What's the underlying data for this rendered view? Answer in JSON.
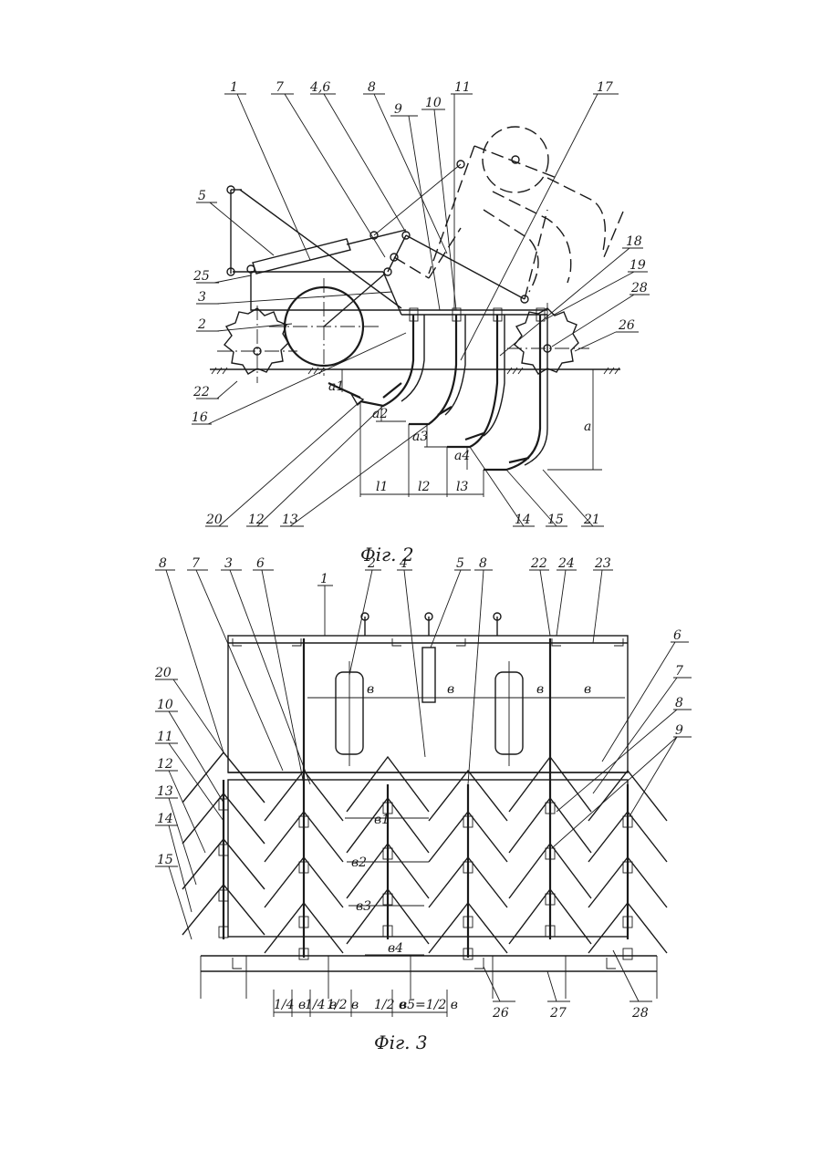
{
  "figures": [
    {
      "caption": "Фiг. 2",
      "callouts": [
        "1",
        "7",
        "4,6",
        "8",
        "9",
        "10",
        "11",
        "17",
        "5",
        "18",
        "19",
        "28",
        "25",
        "3",
        "2",
        "26",
        "22",
        "16",
        "20",
        "12",
        "13",
        "14",
        "15",
        "21"
      ],
      "dimensions": [
        "a",
        "a1",
        "a2",
        "a3",
        "a4",
        "l1",
        "l2",
        "l3"
      ]
    },
    {
      "caption": "Фiг. 3",
      "callouts": [
        "8",
        "7",
        "3",
        "6",
        "1",
        "2",
        "4",
        "5",
        "8",
        "22",
        "24",
        "23",
        "20",
        "10",
        "11",
        "12",
        "13",
        "14",
        "15",
        "6",
        "7",
        "8",
        "9",
        "26",
        "27",
        "28"
      ],
      "dimensions": [
        "в",
        "в",
        "в",
        "в",
        "в1",
        "в2",
        "в3",
        "в4",
        "1/4 в",
        "1/4 в",
        "1/2 в",
        "1/2 в",
        "в5=1/2 в"
      ]
    }
  ],
  "colors": {
    "ink": "#1a1a1a",
    "paper": "#ffffff"
  }
}
